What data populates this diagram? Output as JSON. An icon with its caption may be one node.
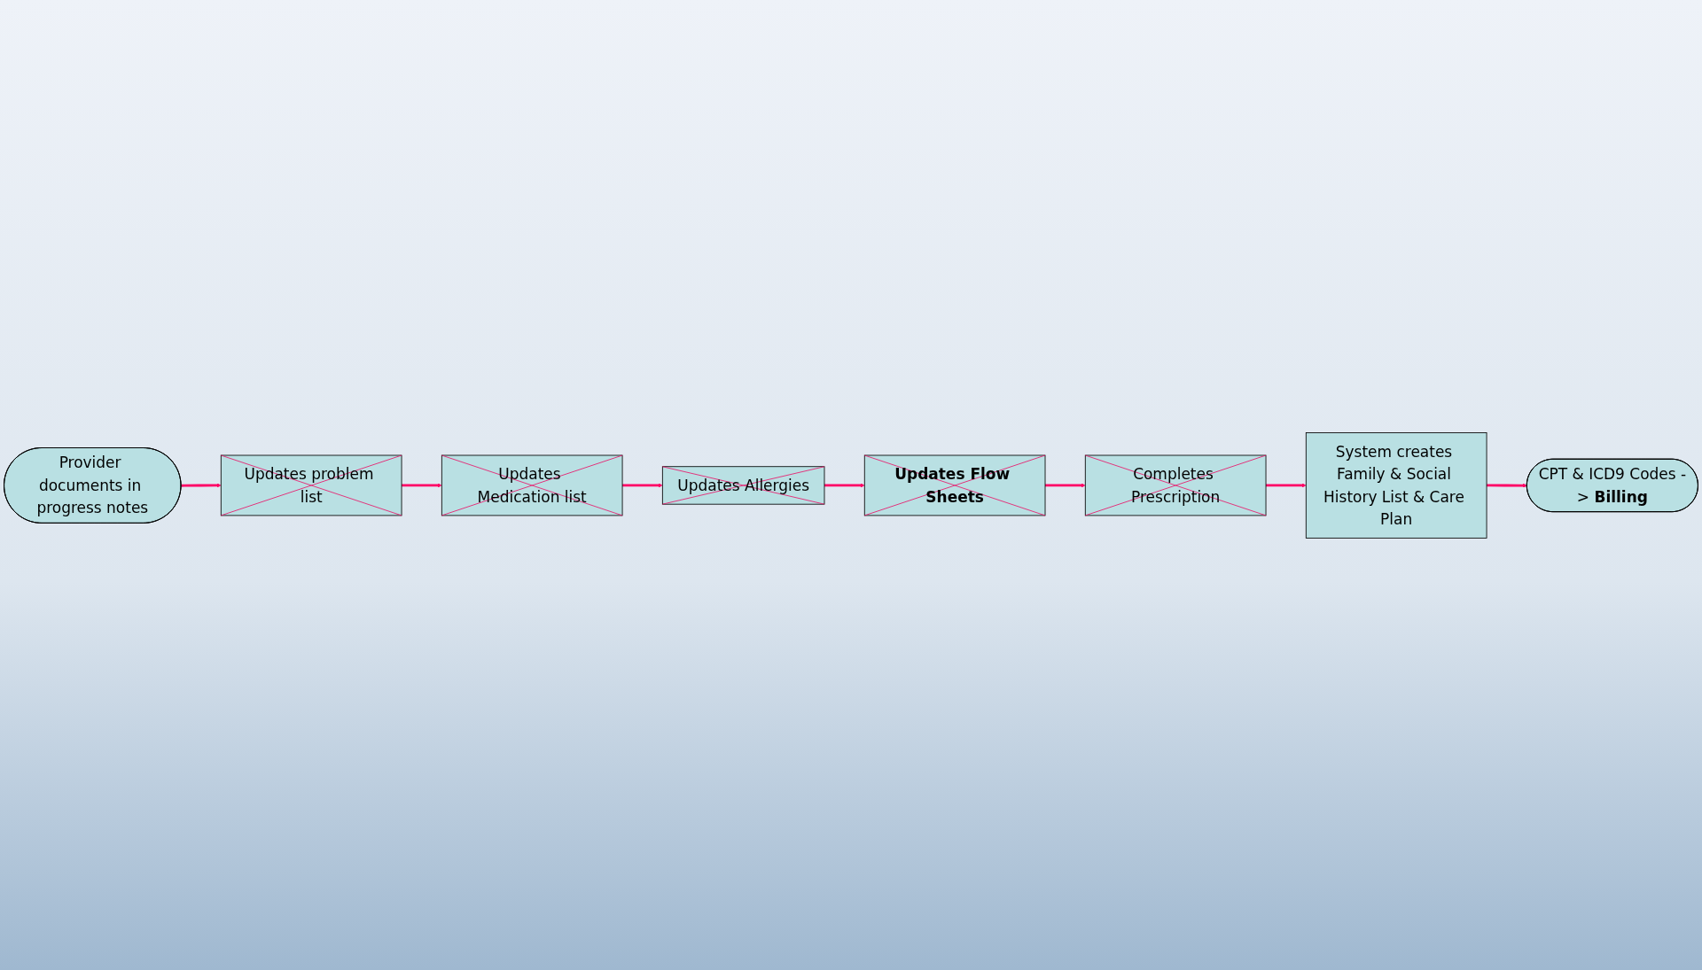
{
  "diagram": {
    "nodes": [
      {
        "text": [
          "Provider documents in progress notes"
        ]
      },
      {
        "text": [
          "Updates problem list"
        ]
      },
      {
        "text": [
          "Updates Medication list"
        ]
      },
      {
        "text": [
          "System creates Family & Social History List & Care Plan"
        ]
      },
      {
        "text": [
          "CPT & ICD9 Codes -> **Billing**"
        ]
      },
      {
        "text": [
          "Updates Allergies"
        ]
      },
      {
        "text": [
          "Updates Flow Sheets"
        ]
      },
      {
        "text": [
          "Completes Prescription"
        ]
      }
    ],
    "edges": [
      {
        "from": 0,
        "to": 1,
        "arrow": "to"
      },
      {
        "from": 1,
        "to": 2,
        "arrow": "to"
      },
      {
        "from": 2,
        "to": 5,
        "arrow": "to"
      },
      {
        "from": 5,
        "to": 6,
        "arrow": "to"
      },
      {
        "from": 6,
        "to": 7,
        "arrow": "to"
      },
      {
        "from": 7,
        "to": 3,
        "arrow": "to"
      },
      {
        "from": 3,
        "to": 4,
        "arrow": "to"
      }
    ]
  }
}
